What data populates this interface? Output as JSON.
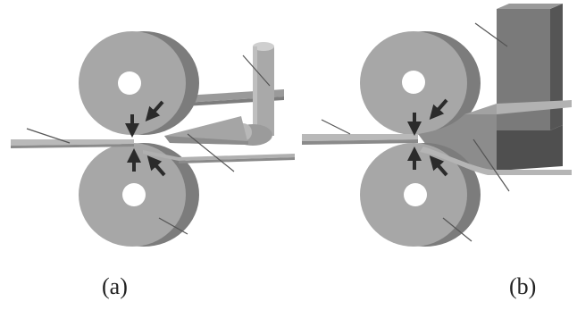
{
  "panels": [
    {
      "id": "a",
      "caption": "(a)"
    },
    {
      "id": "b",
      "caption": "(b)"
    }
  ],
  "colors": {
    "roll_face": "#a7a7a7",
    "roll_side": "#7c7c7c",
    "roll_edge": "#8f8f8f",
    "hole": "#ffffff",
    "strip_top": "#b9b9b9",
    "strip_side": "#8a8a8a",
    "arrow": "#2b2b2b",
    "leader_line": "#555555",
    "block_front": "#6e6e6e",
    "block_side": "#4a4a4a",
    "block_top": "#8a8a8a"
  }
}
